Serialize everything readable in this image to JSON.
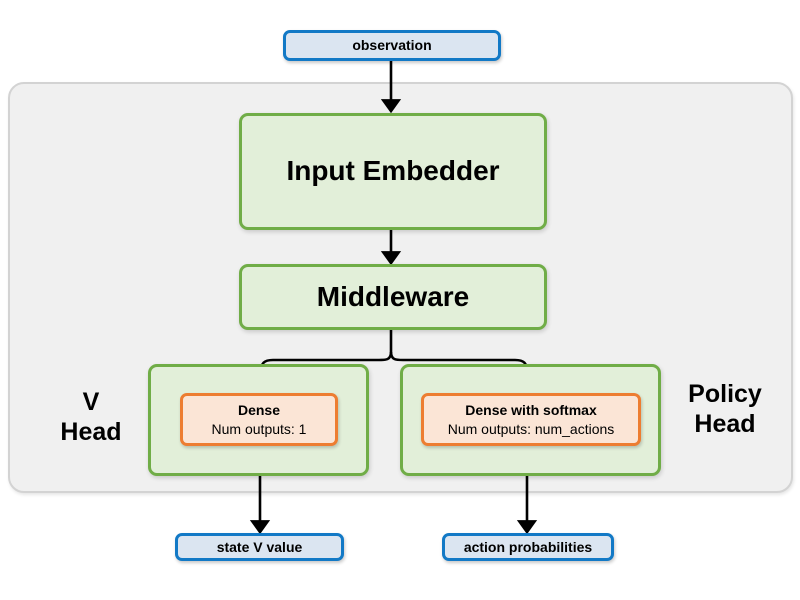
{
  "diagram": {
    "title_text": "",
    "colors": {
      "io_fill": "#dbe5f1",
      "io_border": "#1279c6",
      "module_fill": "#e2efd9",
      "module_border": "#70ad47",
      "dense_fill": "#fbe5d6",
      "dense_border": "#ed7d31",
      "shell_fill": "#f0f0f0",
      "shell_border": "#d3d3d3",
      "arrow": "#000000"
    },
    "io": {
      "observation": "observation",
      "state_v_value": "state V value",
      "action_probabilities": "action probabilities"
    },
    "modules": {
      "input_embedder": "Input Embedder",
      "middleware": "Middleware"
    },
    "heads": {
      "v_head_label_line1": "V",
      "v_head_label_line2": "Head",
      "policy_head_label_line1": "Policy",
      "policy_head_label_line2": "Head",
      "v_dense": {
        "title": "Dense",
        "subtitle": "Num outputs: 1"
      },
      "policy_dense": {
        "title": "Dense with softmax",
        "subtitle": "Num outputs: num_actions"
      }
    }
  }
}
